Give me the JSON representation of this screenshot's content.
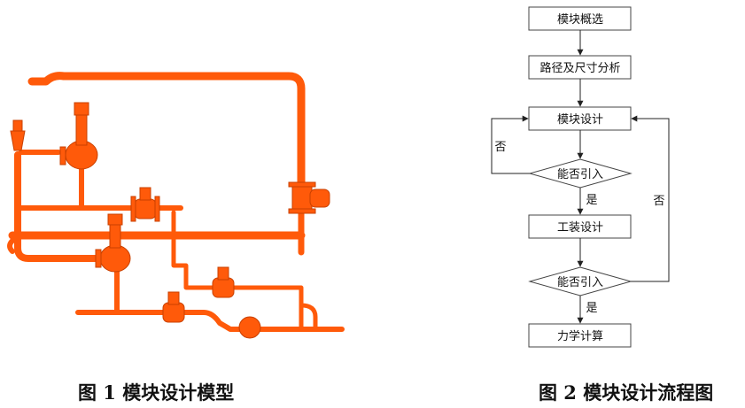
{
  "figure1": {
    "caption": "图 1  模块设计模型",
    "pipe_color": "#ff5a0a"
  },
  "figure2": {
    "caption": "图 2  模块设计流程图",
    "nodes": {
      "step1": "模块概选",
      "step2": "路径及尺寸分析",
      "step3": "模块设计",
      "decision1": "能否引入",
      "step4": "工装设计",
      "decision2": "能否引入",
      "step5": "力学计算"
    },
    "labels": {
      "no1": "否",
      "yes1": "是",
      "no2": "否",
      "yes2": "是"
    }
  }
}
